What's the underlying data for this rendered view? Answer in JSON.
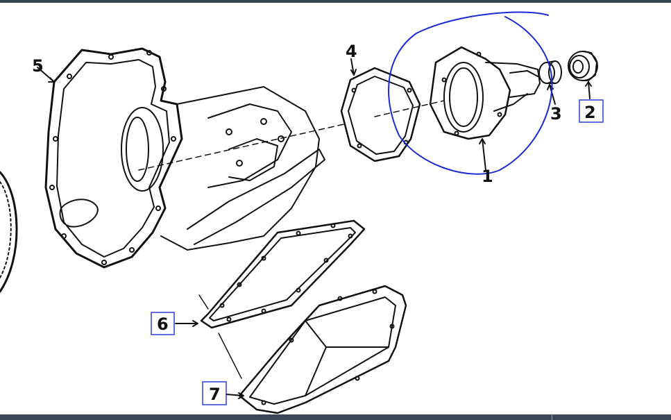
{
  "callouts": [
    {
      "id": "1",
      "label": "1",
      "boxed": false
    },
    {
      "id": "2",
      "label": "2",
      "boxed": true
    },
    {
      "id": "3",
      "label": "3",
      "boxed": false
    },
    {
      "id": "4",
      "label": "4",
      "boxed": false
    },
    {
      "id": "5",
      "label": "5",
      "boxed": false
    },
    {
      "id": "6",
      "label": "6",
      "boxed": true
    },
    {
      "id": "7",
      "label": "7",
      "boxed": true
    }
  ],
  "colors": {
    "ink": "#111111",
    "highlight_circle": "#1a2bd6",
    "box_border": "#2b3fd8",
    "window_bar": "#3b4654"
  },
  "parts": [
    "bell-housing-case",
    "extension-housing-gasket",
    "extension-housing",
    "bushing",
    "seal",
    "oil-pan-gasket",
    "oil-pan",
    "flywheel"
  ]
}
